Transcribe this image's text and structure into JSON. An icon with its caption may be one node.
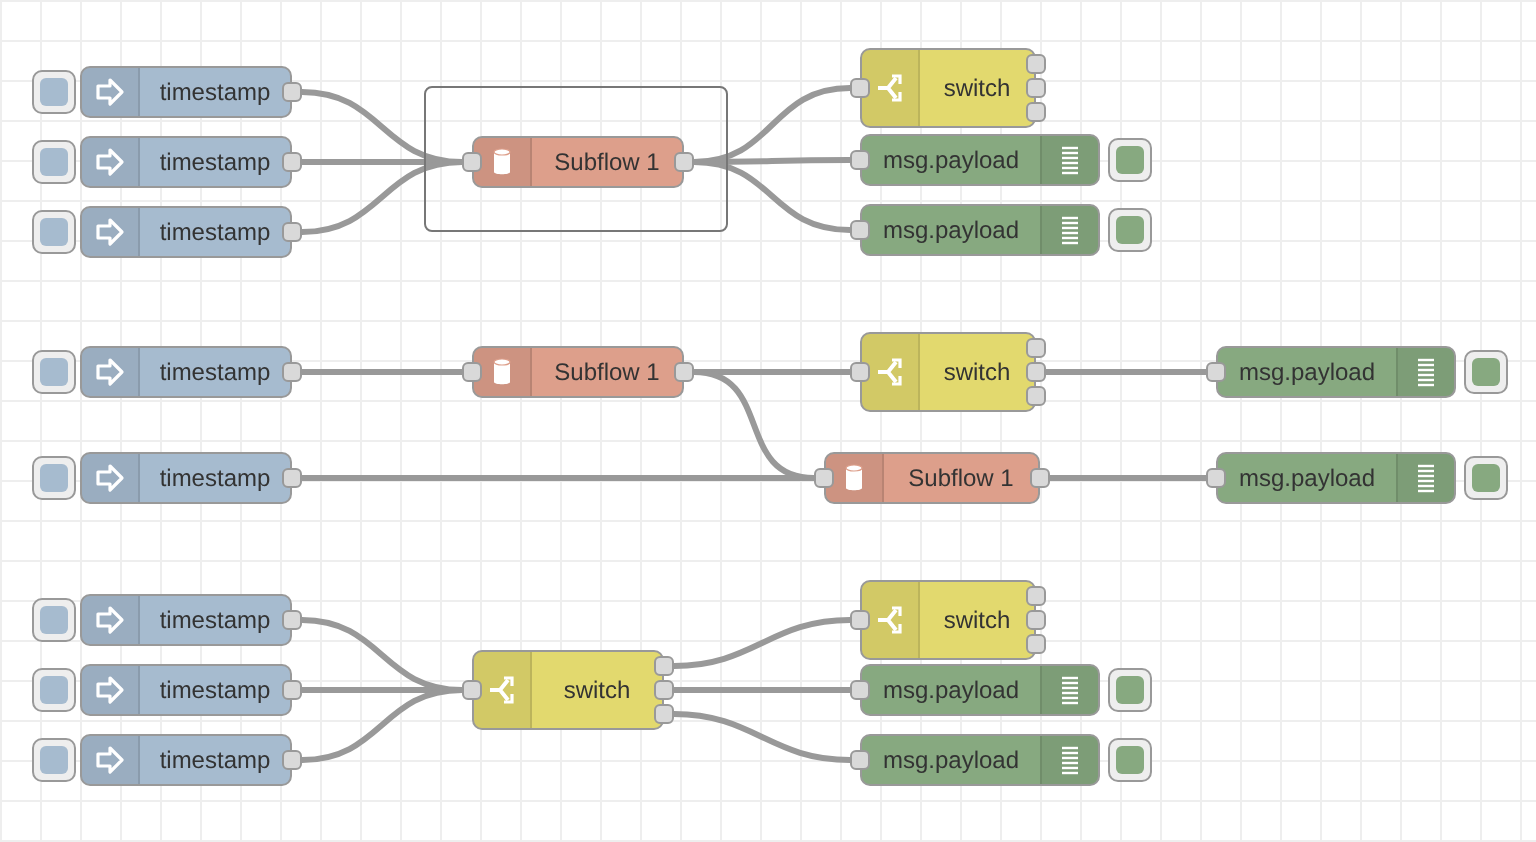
{
  "diagram": {
    "nodes": [
      {
        "text": [],
        "shape": "box"
      },
      {
        "text": [
          "timestamp"
        ]
      },
      {
        "text": [
          "timestamp"
        ]
      },
      {
        "text": [
          "timestamp"
        ]
      },
      {
        "text": [
          "Subflow 1"
        ],
        "in": 0
      },
      {
        "text": [
          "switch"
        ]
      },
      {
        "text": [
          "msg.payload"
        ]
      },
      {
        "text": [
          "msg.payload"
        ]
      },
      {
        "text": [
          "timestamp"
        ]
      },
      {
        "text": [
          "Subflow 1"
        ]
      },
      {
        "text": [
          "switch"
        ]
      },
      {
        "text": [
          "msg.payload"
        ]
      },
      {
        "text": [
          "timestamp"
        ]
      },
      {
        "text": [
          "Subflow 1"
        ]
      },
      {
        "text": [
          "msg.payload"
        ]
      },
      {
        "text": [
          "timestamp"
        ]
      },
      {
        "text": [
          "timestamp"
        ]
      },
      {
        "text": [
          "timestamp"
        ]
      },
      {
        "text": [
          "switch"
        ]
      },
      {
        "text": [
          "switch"
        ]
      },
      {
        "text": [
          "msg.payload"
        ]
      },
      {
        "text": [
          "msg.payload"
        ]
      }
    ],
    "edges": [
      {
        "from": 1,
        "to": 4,
        "arrow": "none"
      },
      {
        "from": 2,
        "to": 4,
        "arrow": "none"
      },
      {
        "from": 3,
        "to": 4,
        "arrow": "none"
      },
      {
        "from": 4,
        "to": 5,
        "arrow": "none"
      },
      {
        "from": 4,
        "to": 6,
        "arrow": "none"
      },
      {
        "from": 4,
        "to": 7,
        "arrow": "none"
      },
      {
        "from": 8,
        "to": 9,
        "arrow": "none"
      },
      {
        "from": 9,
        "to": 10,
        "arrow": "none"
      },
      {
        "from": 9,
        "to": 13,
        "arrow": "none"
      },
      {
        "from": 10,
        "to": 11,
        "arrow": "none"
      },
      {
        "from": 12,
        "to": 13,
        "arrow": "none"
      },
      {
        "from": 13,
        "to": 14,
        "arrow": "none"
      },
      {
        "from": 15,
        "to": 18,
        "arrow": "none"
      },
      {
        "from": 16,
        "to": 18,
        "arrow": "none"
      },
      {
        "from": 17,
        "to": 18,
        "arrow": "none"
      },
      {
        "from": 18,
        "to": 19,
        "arrow": "none"
      },
      {
        "from": 18,
        "to": 20,
        "arrow": "none"
      },
      {
        "from": 18,
        "to": 21,
        "arrow": "none"
      }
    ]
  }
}
